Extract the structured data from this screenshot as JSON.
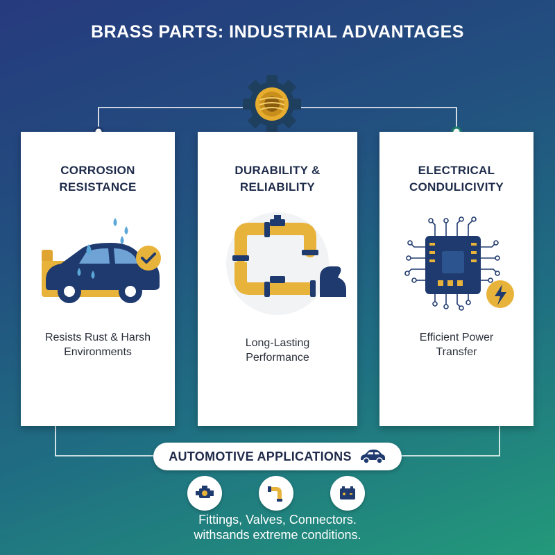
{
  "header": {
    "title": "BRASS PARTS:\nINDUSTRIAL ADVANTAGES"
  },
  "cards": [
    {
      "title": "CORROSION\nRESISTANCE",
      "description": "Resists Rust & Harsh\nEnvironments",
      "icon": "car-water-drops-check"
    },
    {
      "title": "DURABILITY &\nRELIABILITY",
      "description": "Long-Lasting\nPerformance",
      "icon": "brass-pipes-strong-arm"
    },
    {
      "title": "ELECTRICAL\nCONDULICIVITY",
      "description": "Efficient Power\nTransfer",
      "icon": "circuit-chip-lightning"
    }
  ],
  "applications": {
    "label": "AUTOMOTIVE APPLICATIONS",
    "label_icon": "car-icon",
    "icons": [
      "engine-icon",
      "pipe-fitting-icon",
      "battery-icon"
    ],
    "footer": "Fittings, Valves, Connectors.\nwithsands extreme conditions."
  },
  "colors": {
    "background_top": "#263a7e",
    "background_bottom": "#23997a",
    "brass": "#e8b33a",
    "navy": "#1f3a6e",
    "card": "#ffffff"
  }
}
